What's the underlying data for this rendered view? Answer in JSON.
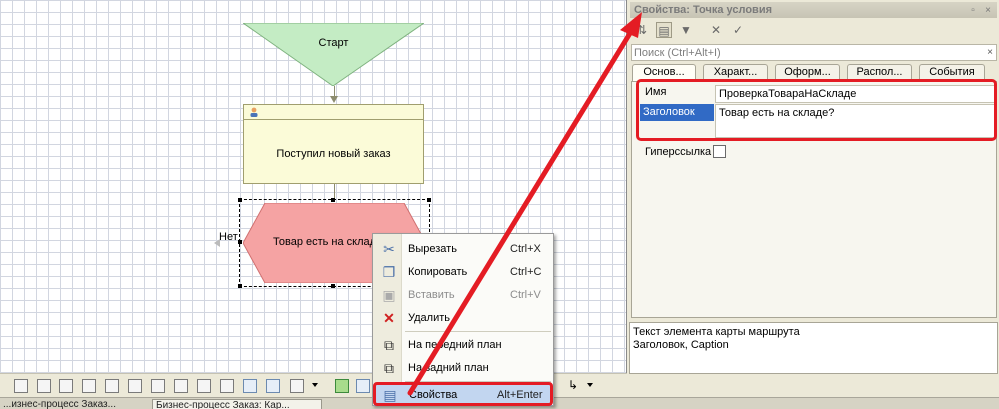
{
  "diagram": {
    "start_label": "Старт",
    "task_label": "Поступил новый заказ",
    "condition_label": "Товар есть на склад",
    "no_branch_label": "Нет"
  },
  "context_menu": {
    "items": [
      {
        "label": "Вырезать",
        "shortcut": "Ctrl+X",
        "icon": "scissors-icon"
      },
      {
        "label": "Копировать",
        "shortcut": "Ctrl+C",
        "icon": "copy-icon"
      },
      {
        "label": "Вставить",
        "shortcut": "Ctrl+V",
        "icon": "paste-icon",
        "disabled": true
      },
      {
        "label": "Удалить",
        "shortcut": "",
        "icon": "delete-icon"
      },
      {
        "label": "На передний план",
        "shortcut": "",
        "icon": "bring-to-front-icon"
      },
      {
        "label": "На задний план",
        "shortcut": "",
        "icon": "send-to-back-icon"
      },
      {
        "label": "Свойства",
        "shortcut": "Alt+Enter",
        "icon": "properties-icon",
        "highlighted": true
      }
    ]
  },
  "properties": {
    "title": "Свойства: Точка условия",
    "search_placeholder": "Поиск (Ctrl+Alt+I)",
    "tabs": [
      "Основ...",
      "Характ...",
      "Оформ...",
      "Распол...",
      "События"
    ],
    "active_tab": "Основ...",
    "fields": {
      "name_label": "Имя",
      "name_value": "ПроверкаТовараНаСкладе",
      "title_label": "Заголовок",
      "title_value": "Товар есть на складе?",
      "hyperlink_label": "Гиперссылка",
      "hyperlink_checked": false
    },
    "description_line1": "Текст элемента карты маршрута",
    "description_line2": "Заголовок, Caption"
  },
  "tabbar": {
    "tab1": "...изнес-процесс Заказ...",
    "tab2": "Бизнес-процесс Заказ: Кар..."
  },
  "colors": {
    "start_fill": "#c4ecc4",
    "task_fill": "#fbfbd8",
    "condition_fill": "#f5a3a3",
    "annotation_red": "#e41c24",
    "selection_fill": "#316ac5"
  }
}
